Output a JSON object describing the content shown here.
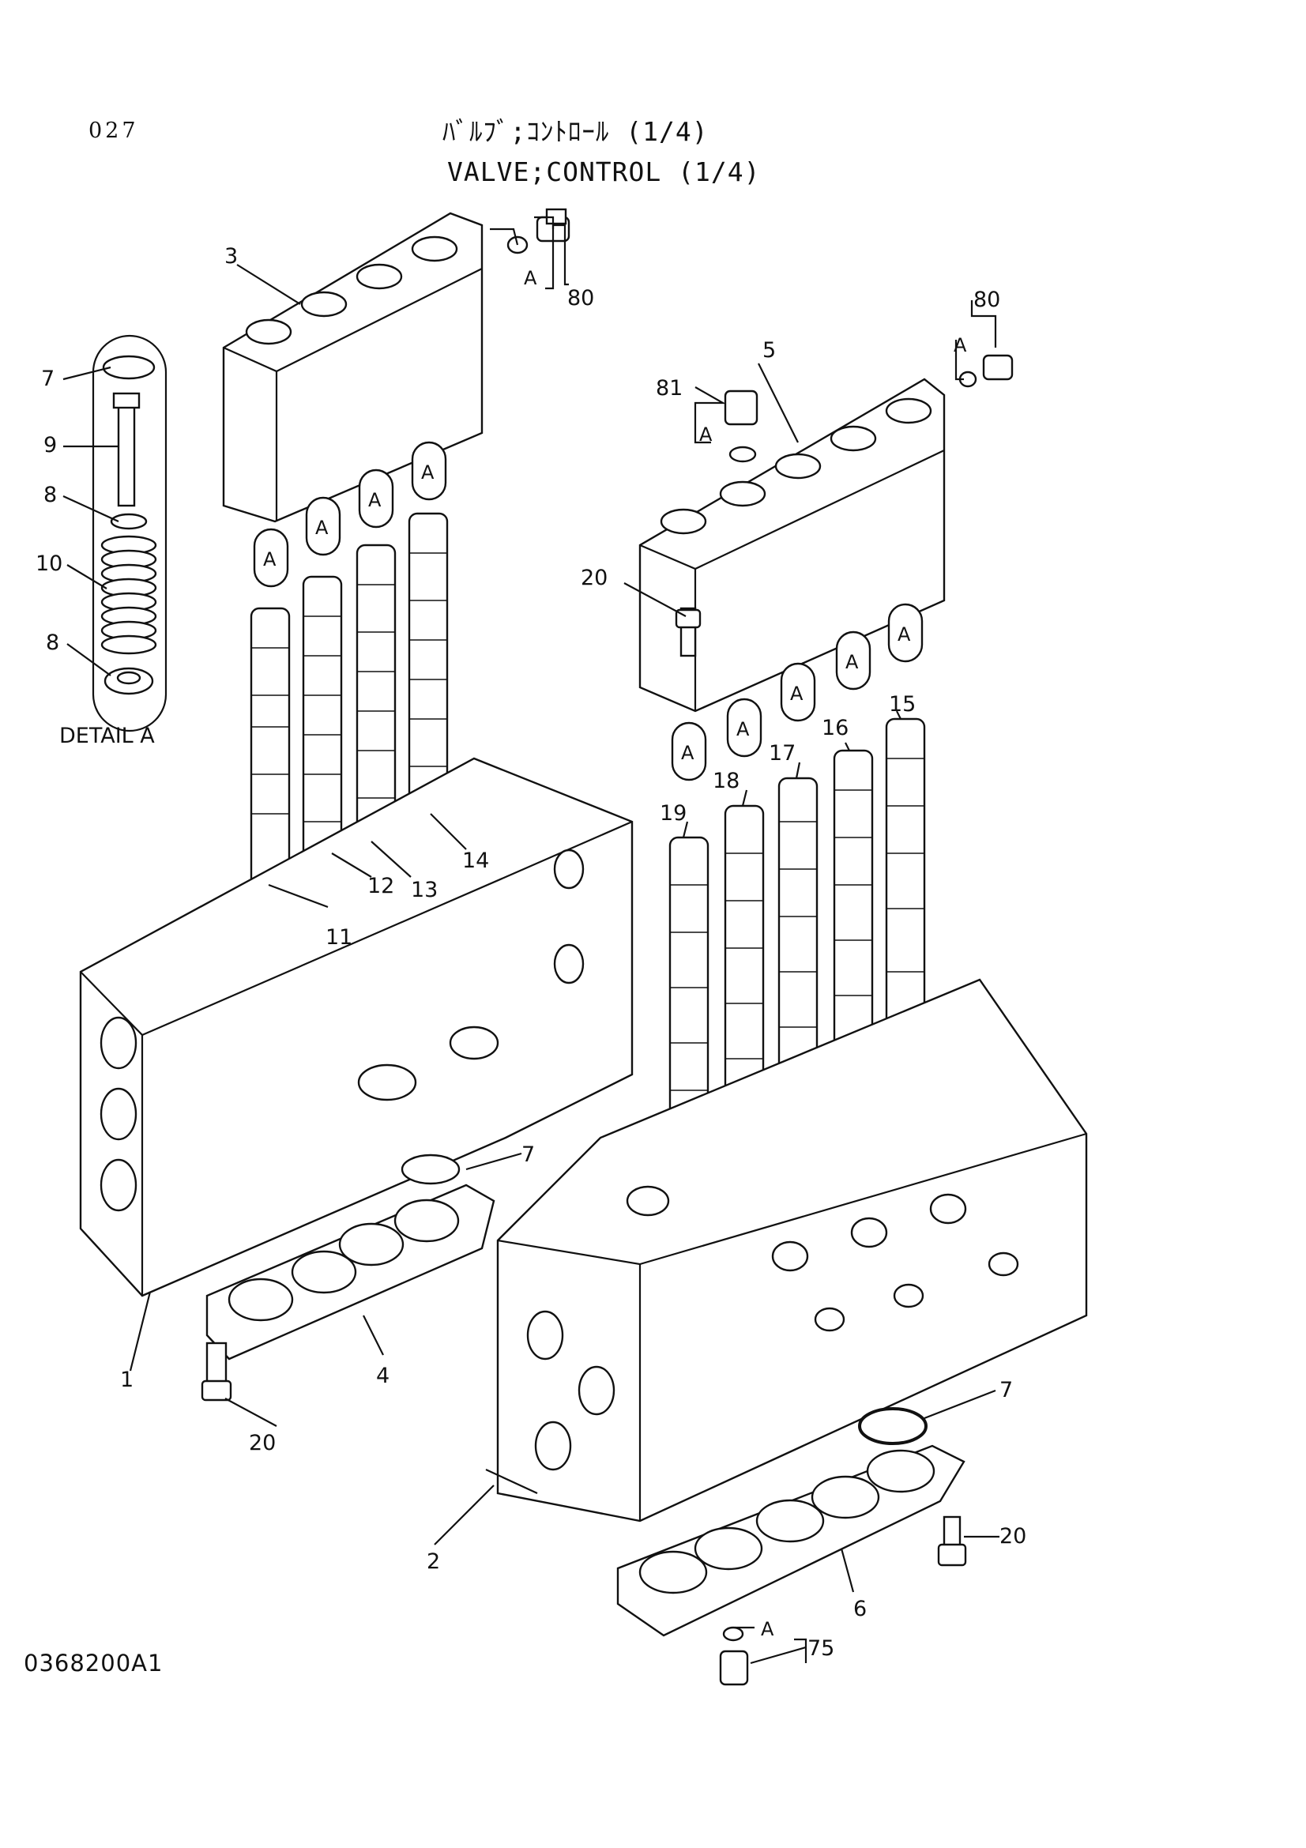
{
  "header": {
    "page_number": "027",
    "title_jp": "ﾊﾞﾙﾌﾞ;ｺﾝﾄﾛｰﾙ (1/4)",
    "title_en": "VALVE;CONTROL (1/4)"
  },
  "footer": {
    "drawing_number": "0368200A1"
  },
  "detail": {
    "label": "DETAIL A"
  },
  "marker": "A",
  "callouts": {
    "c1": "1",
    "c2": "2",
    "c3": "3",
    "c4": "4",
    "c5": "5",
    "c6": "6",
    "c7a": "7",
    "c7b": "7",
    "c7c": "7",
    "c8a": "8",
    "c8b": "8",
    "c9": "9",
    "c10": "10",
    "c11": "11",
    "c12": "12",
    "c13": "13",
    "c14": "14",
    "c15": "15",
    "c16": "16",
    "c17": "17",
    "c18": "18",
    "c19": "19",
    "c20a": "20",
    "c20b": "20",
    "c20c": "20",
    "c75": "75",
    "c80a": "80",
    "c80b": "80",
    "c81": "81"
  }
}
